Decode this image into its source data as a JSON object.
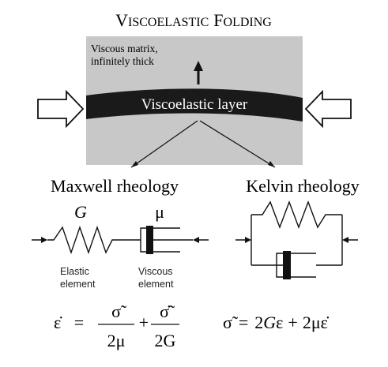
{
  "title": {
    "word1_initial": "V",
    "word1_rest": "ISCOELASTIC",
    "word2_initial": "F",
    "word2_rest": "OLDING"
  },
  "matrix_label_line1": "Viscous matrix,",
  "matrix_label_line2": "infinitely thick",
  "layer_label": "Viscoelastic layer",
  "maxwell": {
    "heading": "Maxwell rheology",
    "spring_symbol": "G",
    "dashpot_symbol": "μ",
    "elastic_label_line1": "Elastic",
    "elastic_label_line2": "element",
    "viscous_label_line1": "Viscous",
    "viscous_label_line2": "element",
    "eq_lhs": "ε̇",
    "eq_equals": "=",
    "frac1_num": "σ̃",
    "frac1_den": "2μ",
    "eq_plus": "+",
    "frac2_num": "σ̃̇",
    "frac2_den": "2G"
  },
  "kelvin": {
    "heading": "Kelvin rheology",
    "eq_lhs": "σ̃",
    "eq_equals": "=",
    "eq_term1_coef": "2",
    "eq_term1_g": "G",
    "eq_term1_eps": "ε",
    "eq_plus": "+",
    "eq_term2": "2με̇"
  },
  "colors": {
    "matrix_fill": "#c8c8c8",
    "layer_fill": "#1a1a1a",
    "line": "#111111",
    "background": "#ffffff"
  }
}
